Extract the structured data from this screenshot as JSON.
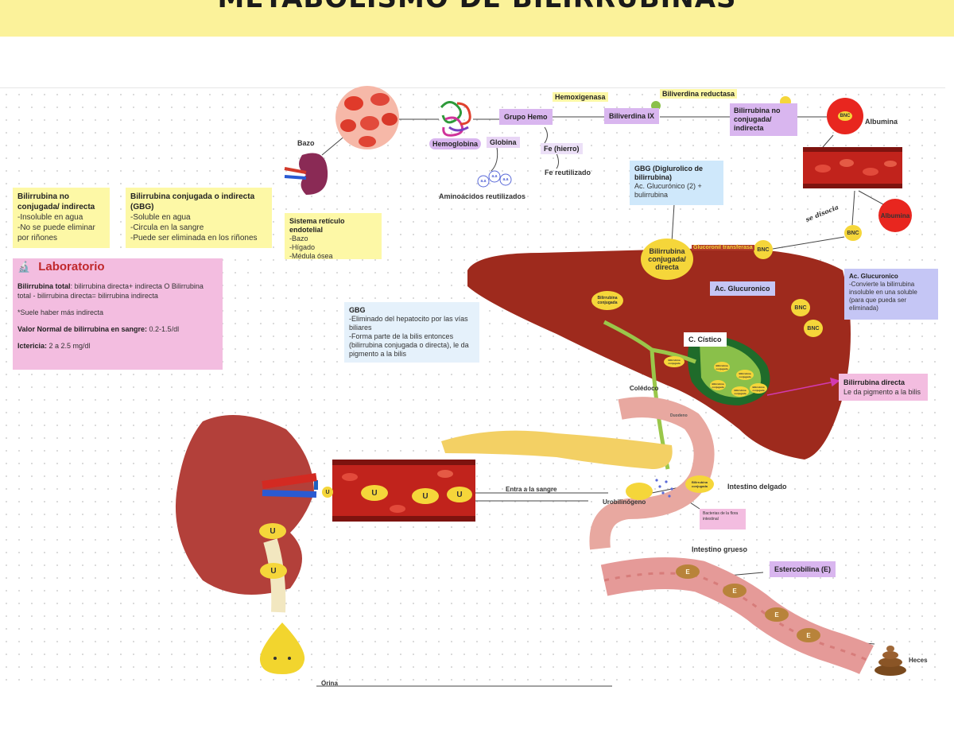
{
  "title": "METABOLISMO DE BILIRRUBINAS",
  "top_row": {
    "bazo": "Bazo",
    "hemoglobina": "Hemoglobina",
    "globina": "Globina",
    "aminoacidos": "Aminoácidos reutilizados",
    "grupo_hemo": "Grupo Hemo",
    "hemoxigenasa": "Hemoxigenasa",
    "fe_hierro": "Fe (hierro)",
    "fe_reutilizado": "Fe reutilizado",
    "biliverdina_ix": "Biliverdina IX",
    "biliverdina_reductasa": "Biliverdina reductasa",
    "bilirrubina_no_conjugada": "Bilirrubina no conjugada/ indirecta",
    "bnc": "BNC",
    "albumina": "Albumina",
    "aa": "a.a"
  },
  "left_notes": {
    "no_conjugada_title": "Bilirrubina no conjugada/ indirecta",
    "no_conjugada_l1": "-Insoluble en agua",
    "no_conjugada_l2": "-No se puede eliminar por riñones",
    "conjugada_title": "Bilirrubina conjugada o indirecta (GBG)",
    "conjugada_l1": "-Soluble en agua",
    "conjugada_l2": "-Circula en la sangre",
    "conjugada_l3": "-Puede ser eliminada en los riñones",
    "sistema_title": "Sistema retículo endotelial",
    "sistema_l1": "-Bazo",
    "sistema_l2": "-Hígado",
    "sistema_l3": "-Médula ósea"
  },
  "laboratorio": {
    "heading": "Laboratorio",
    "total_label": "Bilirrubina total",
    "total_text": ": bilirrubina directa+ indirecta O Bilirrubina total - bilirrubina directa= bilirrubina indirecta",
    "note": "*Suele haber más indirecta",
    "normal_label": "Valor Normal de bilirrubina en sangre:",
    "normal_value": " 0.2-1.5/dl",
    "ictericia_label": "Ictericia:",
    "ictericia_value": " 2 a 2.5 mg/dl"
  },
  "gbg_box": {
    "title": "GBG (Diglurolico de bilirrubina)",
    "text": "Ac. Glucurónico (2) + bulirrubina"
  },
  "gbg_note": {
    "title": "GBG",
    "l1": "-Eliminado del hepatocito por las vías biliares",
    "l2": "-Forma parte de la bilis entonces (bilirrubina conjugada o directa), le da pigmento a la bilis"
  },
  "liver": {
    "handwritten": "se disocia",
    "bilirrubina_conjugada": "Bilirrubina conjugada/ directa",
    "glucoronil": "Glucoronil transferasa",
    "ac_glucuronico": "Ac. Glucuronico",
    "small_label": "Bilirrubina conjugada",
    "c_cistico": "C. Cístico",
    "coledoco": "Colédoco",
    "duodeno": "Duodeno"
  },
  "ac_note": {
    "title": "Ac. Glucuronico",
    "text": "-Convierte la bilirrubina insoluble en una soluble (para que pueda ser eliminada)"
  },
  "directa_note": {
    "title": "Bilirrubina directa",
    "text": "Le da pigmento a la bilis"
  },
  "lower": {
    "u": "U",
    "entra_sangre": "Entra a la sangre",
    "urobilinogeno": "Urobilinógeno",
    "bacterias": "Bacterias de la flora intestinal",
    "intestino_delgado": "Intestino delgado",
    "intestino_grueso": "Intestino grueso",
    "estercobilina": "Estercobilina (E)",
    "e": "E",
    "heces": "Heces",
    "orina": "Orina"
  },
  "colors": {
    "title_bg": "#fbf29a",
    "note_yellow": "#fdf8a6",
    "note_pink": "#f3bde0",
    "note_lilac": "#d9b6ef",
    "note_blue": "#cfe8fb",
    "liver": "#9e2a1d",
    "bnc_yellow": "#f5d63a",
    "albumin_red": "#e8261f"
  }
}
